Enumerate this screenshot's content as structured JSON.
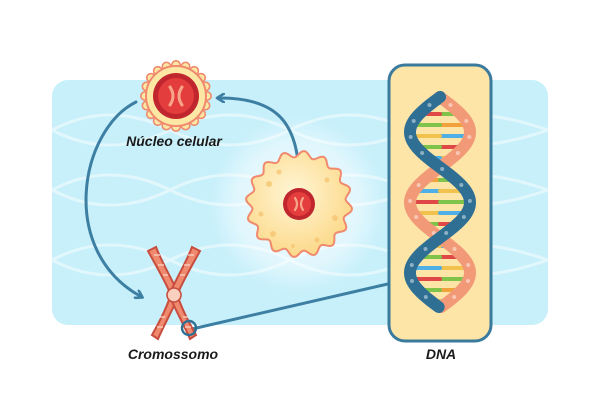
{
  "labels": {
    "nucleus": "Núcleo celular",
    "chromosome": "Cromossomo",
    "dna": "DNA"
  },
  "colors": {
    "background_band": "#c8f0fb",
    "arrow": "#3d7fa3",
    "cell_fill": "#fde7a4",
    "nucleus_outer": "#c0262d",
    "nucleus_inner": "#e43d3d",
    "chromosome": "#f08a6e",
    "dna_panel": "#fde5a8",
    "dna_panel_border": "#3a7a9c",
    "dna_backbone_a": "#2f6f93",
    "dna_backbone_b": "#f29a78"
  },
  "icons": {
    "nucleus": "nucleus-icon",
    "cell": "cell-icon",
    "chromosome": "chromosome-icon",
    "dna": "dna-helix-icon"
  }
}
